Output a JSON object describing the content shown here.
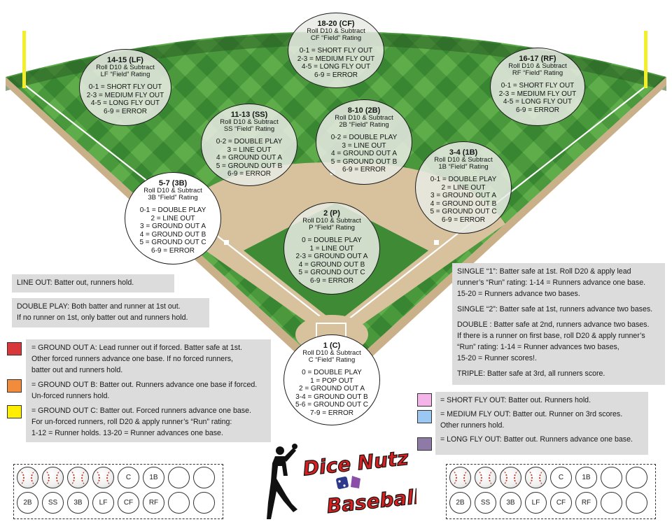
{
  "positions": [
    {
      "key": "cf",
      "title": "18-20 (CF)",
      "sub1": "Roll D10 & Subtract",
      "sub2": "CF “Field” Rating",
      "rows": [
        "0-1 = SHORT FLY OUT",
        "2-3 = MEDIUM FLY OUT",
        "4-5 = LONG FLY OUT",
        "6-9 = ERROR"
      ]
    },
    {
      "key": "lf",
      "title": "14-15 (LF)",
      "sub1": "Roll D10 & Subtract",
      "sub2": "LF “Field” Rating",
      "rows": [
        "0-1 = SHORT FLY OUT",
        "2-3 = MEDIUM FLY OUT",
        "4-5 = LONG FLY OUT",
        "6-9 = ERROR"
      ]
    },
    {
      "key": "rf",
      "title": "16-17 (RF)",
      "sub1": "Roll D10 & Subtract",
      "sub2": "RF “Field” Rating",
      "rows": [
        "0-1 = SHORT FLY OUT",
        "2-3 = MEDIUM FLY OUT",
        "4-5 = LONG FLY OUT",
        "6-9 = ERROR"
      ]
    },
    {
      "key": "ss",
      "title": "11-13 (SS)",
      "sub1": "Roll D10 & Subtract",
      "sub2": "SS “Field” Rating",
      "rows": [
        "0-2 = DOUBLE PLAY",
        "3 = LINE OUT",
        "4 = GROUND OUT A",
        "5 = GROUND OUT B",
        "6-9 = ERROR"
      ]
    },
    {
      "key": "2b",
      "title": "8-10 (2B)",
      "sub1": "Roll D10 & Subtract",
      "sub2": "2B “Field” Rating",
      "rows": [
        "0-2 = DOUBLE PLAY",
        "3 = LINE OUT",
        "4 = GROUND OUT A",
        "5 = GROUND OUT B",
        "6-9 = ERROR"
      ]
    },
    {
      "key": "1b",
      "title": "3-4 (1B)",
      "sub1": "Roll D10 & Subtract",
      "sub2": "1B “Field” Rating",
      "rows": [
        "0-1 = DOUBLE PLAY",
        "2 = LINE OUT",
        "3 = GROUND OUT A",
        "4 = GROUND OUT B",
        "5 = GROUND OUT C",
        "6-9 = ERROR"
      ]
    },
    {
      "key": "3b",
      "title": "5-7 (3B)",
      "sub1": "Roll D10 & Subtract",
      "sub2": "3B “Field” Rating",
      "rows": [
        "0-1 = DOUBLE PLAY",
        "2 = LINE OUT",
        "3 = GROUND OUT A",
        "4 = GROUND OUT B",
        "5 = GROUND OUT C",
        "6-9 = ERROR"
      ]
    },
    {
      "key": "p",
      "title": "2 (P)",
      "sub1": "Roll D10 & Subtract",
      "sub2": "P “Field” Rating",
      "rows": [
        "0 = DOUBLE PLAY",
        "1 = LINE OUT",
        "2-3 = GROUND OUT A",
        "4 = GROUND OUT B",
        "5 = GROUND OUT C",
        "6-9 = ERROR"
      ]
    },
    {
      "key": "c",
      "title": "1 (C)",
      "sub1": "Roll D10 & Subtract",
      "sub2": "C “Field” Rating",
      "rows": [
        "0 = DOUBLE PLAY",
        "1 = POP OUT",
        "2 = GROUND OUT A",
        "3-4 = GROUND OUT B",
        "5-6 = GROUND OUT C",
        "7-9 = ERROR"
      ]
    }
  ],
  "legend_left": {
    "line_out": "LINE OUT: Batter out, runners hold.",
    "double_play_1": "DOUBLE PLAY: Both batter and runner at 1st out.",
    "double_play_2": "If no runner on 1st, only batter out and runners hold.",
    "ground_a": [
      "= GROUND OUT A: Lead runner out if forced. Batter safe at 1st.",
      "Other forced runners advance one base. If no forced runners,",
      "batter out and runners hold."
    ],
    "ground_b": [
      "= GROUND OUT B: Batter out. Runners advance one base if forced.",
      "Un-forced runners hold."
    ],
    "ground_c": [
      "= GROUND OUT C: Batter out. Forced runners advance one base.",
      "For un-forced runners, roll D20 & apply runner’s “Run” rating:",
      "1-12 =  Runner holds. 13-20 = Runner advances one base."
    ]
  },
  "legend_right": {
    "single1": [
      "SINGLE “1”: Batter safe at 1st. Roll D20 & apply lead",
      "runner’s “Run” rating: 1-14 = Runners advance one base.",
      "15-20 = Runners advance two bases."
    ],
    "single2": "SINGLE “2”: Batter safe at 1st, runners advance two bases.",
    "double": [
      "DOUBLE : Batter safe at 2nd, runners advance two bases.",
      "If there is a runner on first base, roll D20 & apply runner’s",
      "“Run” rating: 1-14 = Runner advances two bases,",
      "15-20 = Runner scores!."
    ],
    "triple": "TRIPLE: Batter safe at 3rd, all runners score."
  },
  "legend_fly": {
    "short": "= SHORT FLY OUT: Batter out. Runners hold.",
    "medium": [
      "= MEDIUM FLY OUT: Batter out. Runner on 3rd scores.",
      "Other runners hold."
    ],
    "long": "= LONG FLY OUT: Batter out. Runners advance one base."
  },
  "colors": {
    "ground_a": "#d9383a",
    "ground_b": "#f28c3c",
    "ground_c": "#ffee00",
    "short_fly": "#f4b4ea",
    "medium_fly": "#9ac8f2",
    "long_fly": "#8e7aa6",
    "grass_dark": "#2f7a2f",
    "grass_light": "#57a948",
    "dirt": "#d8c29e",
    "foul_pole": "#f2ee2a"
  },
  "tracker": {
    "row1": [
      "ball",
      "ball",
      "ball",
      "ball",
      "C",
      "1B",
      "",
      ""
    ],
    "row2": [
      "2B",
      "SS",
      "3B",
      "LF",
      "CF",
      "RF",
      "",
      ""
    ]
  },
  "logo": {
    "line1": "Dice Nutz",
    "line2": "Baseball"
  }
}
